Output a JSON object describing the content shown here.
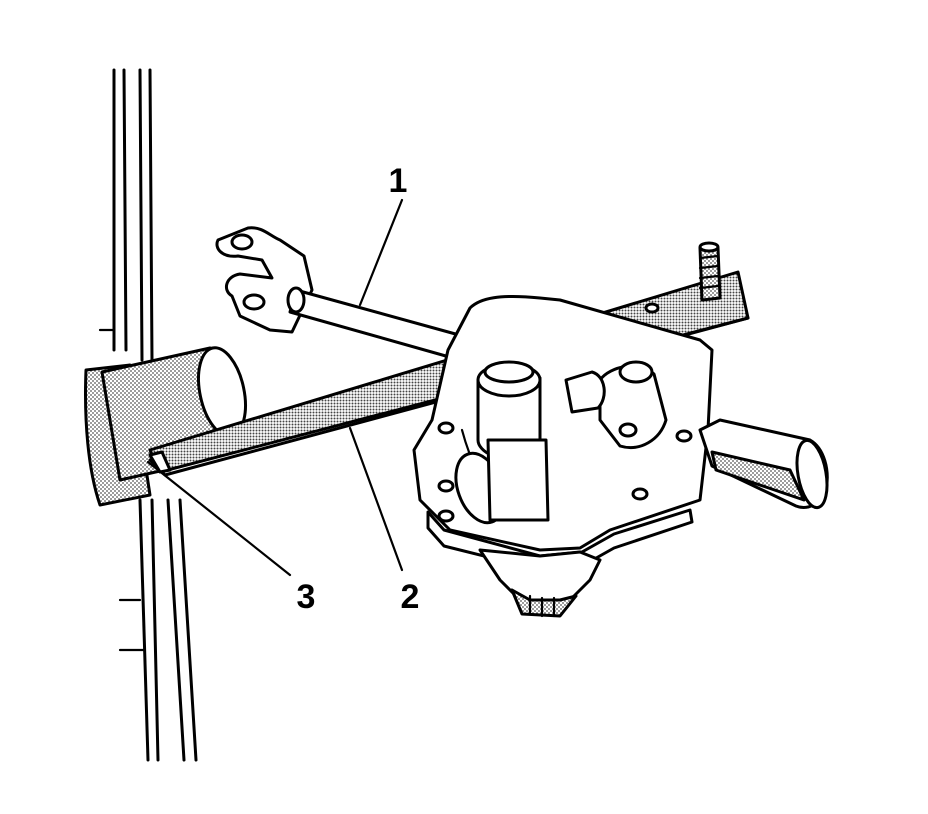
{
  "callouts": [
    {
      "id": "1",
      "text": "1"
    },
    {
      "id": "2",
      "text": "2"
    },
    {
      "id": "3",
      "text": "3"
    }
  ],
  "colors": {
    "line": "#000000",
    "background": "#ffffff",
    "stipple": "#555555"
  }
}
